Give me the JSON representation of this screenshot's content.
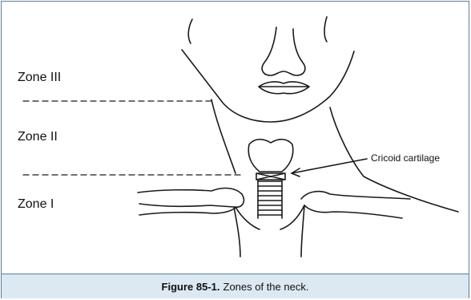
{
  "figure": {
    "zones": {
      "zone_iii": "Zone III",
      "zone_ii": "Zone II",
      "zone_i": "Zone I"
    },
    "callout": "Cricoid cartilage",
    "caption": {
      "label": "Figure 85-1.",
      "text": "Zones of the neck."
    }
  }
}
